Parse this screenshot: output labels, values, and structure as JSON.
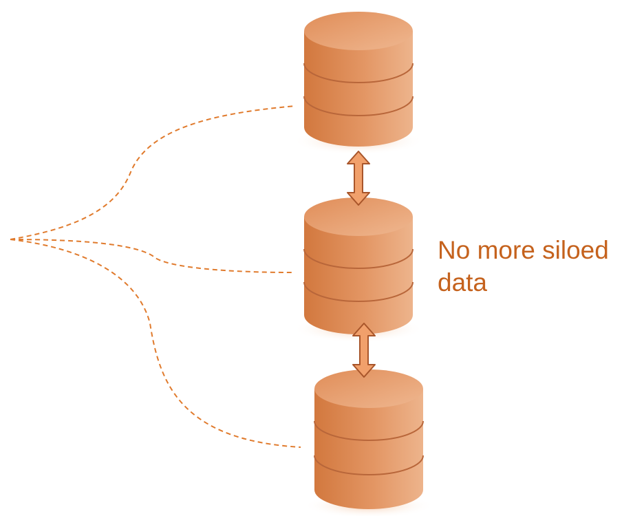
{
  "caption": {
    "line1": "No more siloed",
    "line2": "data"
  },
  "colors": {
    "accent_text": "#c5621d",
    "connector": "#e07a2c",
    "cylinder_body": "#e0905a",
    "cylinder_band": "#b8663a",
    "arrow_fill": "#f1a06b",
    "arrow_stroke": "#a8552a"
  },
  "icons": {
    "database": "database-icon",
    "arrow": "bidirectional-arrow-icon",
    "connector": "dashed-connector"
  }
}
